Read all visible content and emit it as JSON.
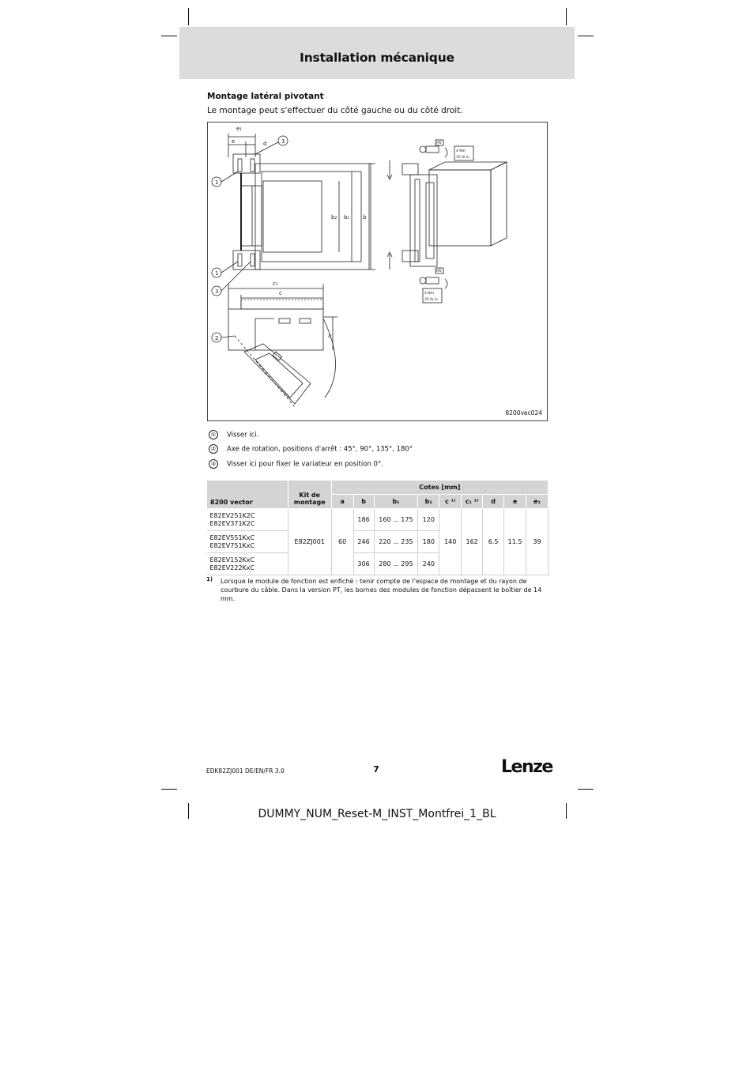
{
  "header": {
    "title": "Installation mécanique"
  },
  "section": {
    "heading": "Montage latéral pivotant",
    "intro": "Le montage peut s'effectuer du côté gauche ou du côté droit."
  },
  "figure": {
    "reference": "8200vec024",
    "labels": {
      "e1": "e₁",
      "e": "e",
      "d": "d",
      "b": "b",
      "b1": "b₁",
      "b2": "b₂",
      "c": "c",
      "c1": "c₁",
      "a": "a",
      "m5": "M5",
      "torque_nm": "4  Nm",
      "torque_lbin": "35  lb-in",
      "callout_1": "1",
      "callout_2": "2",
      "callout_3": "3"
    }
  },
  "legend": [
    {
      "number": "①",
      "text": "Visser ici."
    },
    {
      "number": "②",
      "text": "Axe de rotation, positions d'arrêt : 45°, 90°, 135°, 180°"
    },
    {
      "number": "③",
      "text": "Visser ici pour fixer le variateur en position 0°."
    }
  ],
  "table": {
    "headers": {
      "model": "8200  vector",
      "kit": "Kit de montage",
      "group": "Cotes [mm]",
      "a": "a",
      "b": "b",
      "b1": "b₁",
      "b2": "b₂",
      "c": "c ¹⁾",
      "c1": "c₁ ¹⁾",
      "d": "d",
      "e": "e",
      "e1": "e₁"
    },
    "rows": [
      {
        "models": "E82EV251K2C\nE82EV371K2C",
        "b": "186",
        "b1": "160 ... 175",
        "b2": "120"
      },
      {
        "models": "E82EV551KxC\nE82EV751KxC",
        "b": "246",
        "b1": "220 ... 235",
        "b2": "180"
      },
      {
        "models": "E82EV152KxC\nE82EV222KxC",
        "b": "306",
        "b1": "280 ... 295",
        "b2": "240"
      }
    ],
    "shared": {
      "kit": "E82ZJ001",
      "a": "60",
      "c": "140",
      "c1": "162",
      "d": "6.5",
      "e": "11.5",
      "e1": "39"
    }
  },
  "footnote": {
    "mark": "1)",
    "text": "Lorsque le module de fonction est enfiché : tenir compte de l'espace de montage et du rayon de courbure du câble. Dans la version PT, les bornes des modules de fonction dépassent le boîtier de 14 mm."
  },
  "footer": {
    "doc_id": "EDK82ZJ001  DE/EN/FR  3.0",
    "page_number": "7",
    "logo": "Lenze",
    "file_name": "DUMMY_NUM_Reset-M_INST_Montfrei_1_BL"
  }
}
